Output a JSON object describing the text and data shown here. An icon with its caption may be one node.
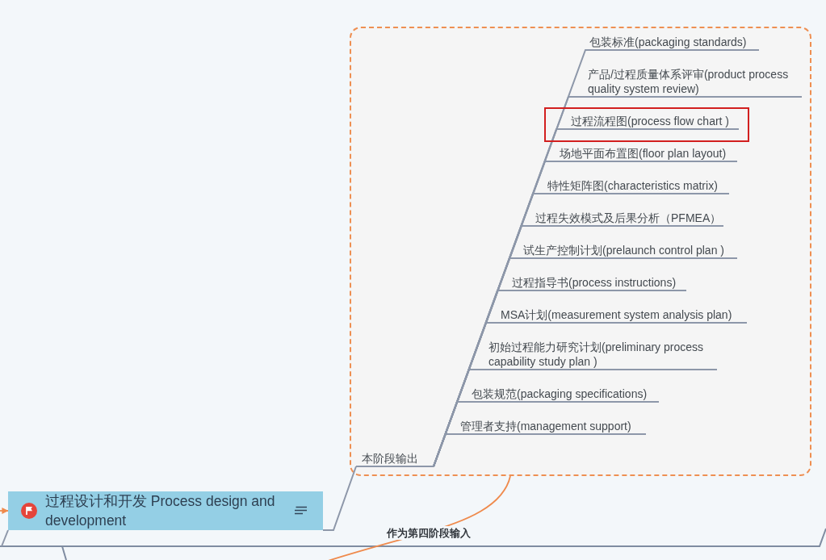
{
  "diagram": {
    "nodes": [
      {
        "text": [],
        "shape": "box"
      },
      {
        "text": [
          "本阶段输出"
        ],
        "in": 0
      },
      {
        "text": [
          "包装标准(packaging standards)"
        ],
        "in": 0
      },
      {
        "text": [
          "产品/过程质量体系评审(product process quality system review)"
        ],
        "in": 0
      },
      {
        "text": [
          "过程流程图(process flow chart )"
        ],
        "in": 0
      },
      {
        "text": [
          "场地平面布置图(floor plan layout)"
        ],
        "in": 0
      },
      {
        "text": [
          "特性矩阵图(characteristics matrix)"
        ],
        "in": 0
      },
      {
        "text": [
          "过程失效模式及后果分析（PFMEA）"
        ],
        "in": 0
      },
      {
        "text": [
          "试生产控制计划(prelaunch control plan )"
        ],
        "in": 0
      },
      {
        "text": [
          "过程指导书(process instructions)"
        ],
        "in": 0
      },
      {
        "text": [
          "MSA计划(measurement system analysis plan)"
        ],
        "in": 0
      },
      {
        "text": [
          "初始过程能力研究计划(preliminary process capability study plan )"
        ],
        "in": 0
      },
      {
        "text": [
          "包装规范(packaging specifications)"
        ],
        "in": 0
      },
      {
        "text": [
          "管理者支持(management support)"
        ],
        "in": 0
      },
      {
        "text": [
          "过程设计和开发 Process design and development"
        ]
      }
    ],
    "edges": [
      {
        "from": 14,
        "to": 1,
        "arrow": "none"
      },
      {
        "from": 1,
        "to": 2,
        "arrow": "none"
      },
      {
        "from": 1,
        "to": 3,
        "arrow": "none"
      },
      {
        "from": 1,
        "to": 4,
        "arrow": "none"
      },
      {
        "from": 1,
        "to": 5,
        "arrow": "none"
      },
      {
        "from": 1,
        "to": 6,
        "arrow": "none"
      },
      {
        "from": 1,
        "to": 7,
        "arrow": "none"
      },
      {
        "from": 1,
        "to": 8,
        "arrow": "none"
      },
      {
        "from": 1,
        "to": 9,
        "arrow": "none"
      },
      {
        "from": 1,
        "to": 10,
        "arrow": "none"
      },
      {
        "from": 1,
        "to": 11,
        "arrow": "none"
      },
      {
        "from": 1,
        "to": 12,
        "arrow": "none"
      },
      {
        "from": 1,
        "to": 13,
        "arrow": "none"
      },
      {
        "from": 0,
        "to": null,
        "arrow": "none",
        "label": "作为第四阶段输入",
        "color": "#ef8a4c"
      },
      {
        "from": null,
        "to": 14,
        "arrow": "to",
        "color": "#ef8a4c"
      },
      {
        "from": 14,
        "to": null,
        "arrow": "none"
      }
    ]
  }
}
